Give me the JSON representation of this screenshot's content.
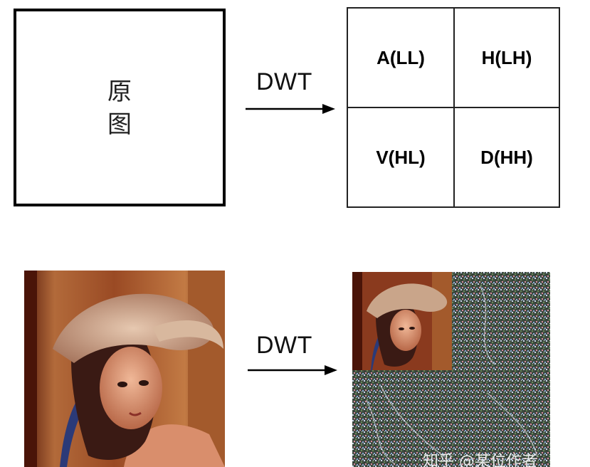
{
  "original": {
    "line1": "原",
    "line2": "图"
  },
  "transform_label_top": "DWT",
  "transform_label_bottom": "DWT",
  "subbands": {
    "top_left": "A(LL)",
    "top_right": "H(LH)",
    "bottom_left": "V(HL)",
    "bottom_right": "D(HH)"
  },
  "images": {
    "original_photo": "portrait-photo",
    "dwt_result": "dwt-decomposed-photo"
  },
  "watermark": "知乎 @某位作者",
  "colors": {
    "photo_background": "#8a3a1e",
    "hat": "#c9a58a",
    "hair_blue": "#2b3a78",
    "skin": "#e0a080",
    "noise_base": "#3d4a3f"
  }
}
